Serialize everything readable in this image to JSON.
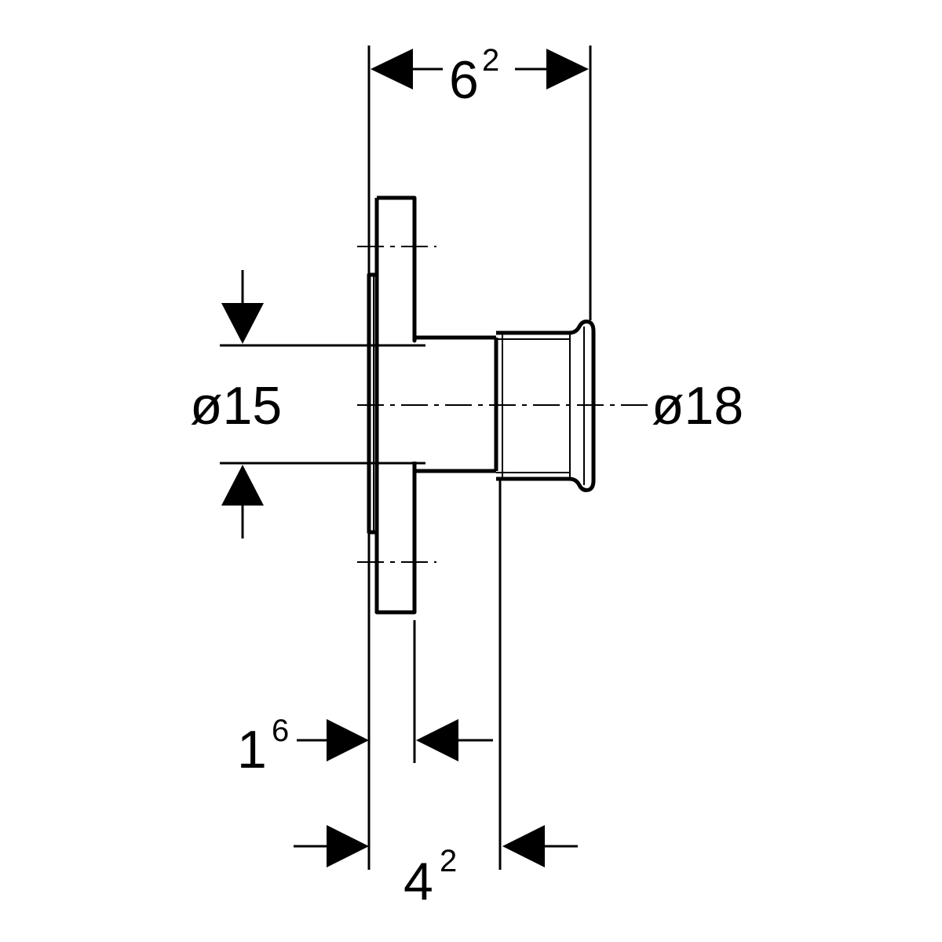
{
  "dimensions": {
    "top_width": {
      "base": "6",
      "sup": "2"
    },
    "flange_thickness": {
      "base": "1",
      "sup": "6"
    },
    "bottom_width": {
      "base": "4",
      "sup": "2"
    },
    "inner_diameter": "ø15",
    "outer_diameter": "ø18"
  },
  "colors": {
    "line": "#000000",
    "background": "#ffffff"
  }
}
